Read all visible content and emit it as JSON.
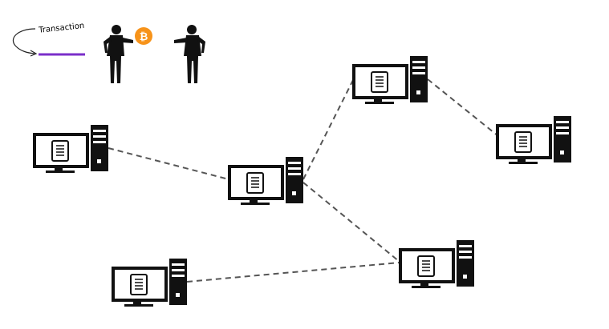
{
  "legend": {
    "transaction_label": "Transaction",
    "arrow_color": "#7b2fc9",
    "coin_color": "#f7931a",
    "coin_symbol": "₿"
  },
  "colors": {
    "node": "#111111",
    "edge": "#555555"
  },
  "nodes": [
    {
      "name": "node-left"
    },
    {
      "name": "node-center"
    },
    {
      "name": "node-top"
    },
    {
      "name": "node-right"
    },
    {
      "name": "node-bottom-right"
    },
    {
      "name": "node-bottom-left"
    }
  ],
  "edges": [
    {
      "from": "node-left",
      "to": "node-center"
    },
    {
      "from": "node-center",
      "to": "node-top"
    },
    {
      "from": "node-top",
      "to": "node-right"
    },
    {
      "from": "node-center",
      "to": "node-bottom-right"
    },
    {
      "from": "node-bottom-left",
      "to": "node-bottom-right"
    }
  ]
}
